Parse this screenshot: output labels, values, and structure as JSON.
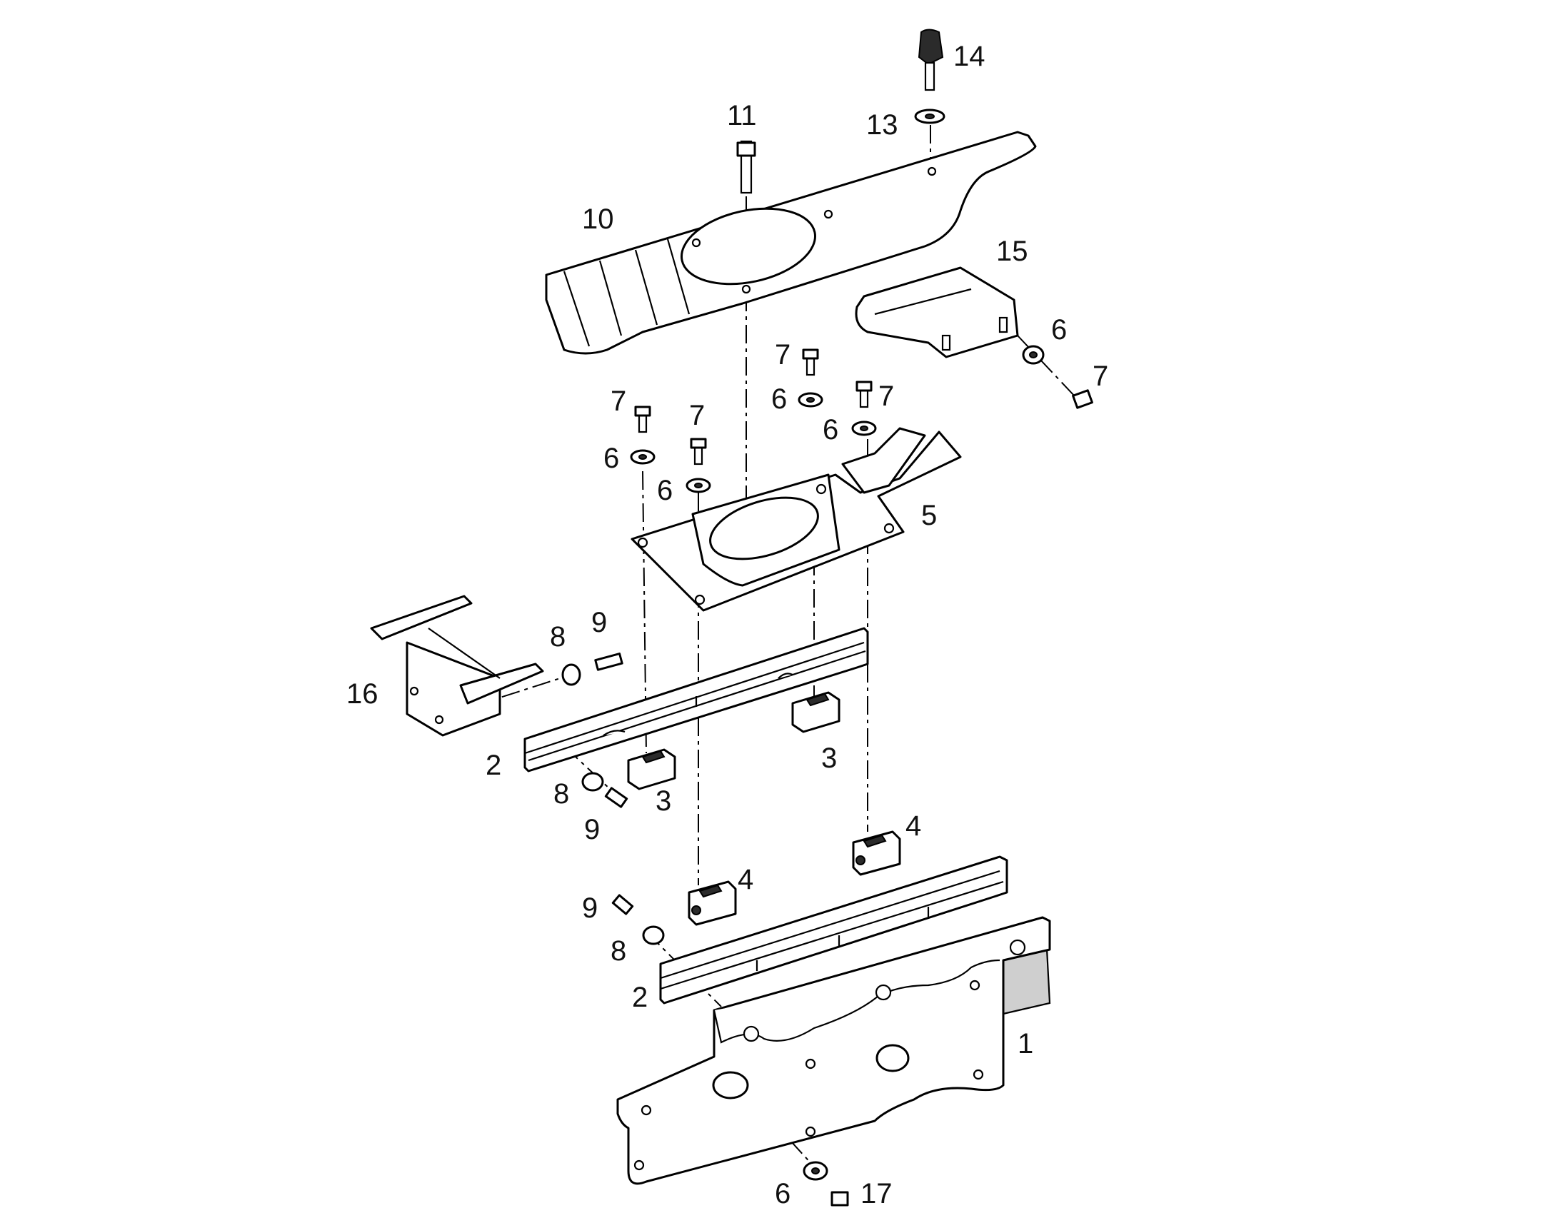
{
  "callouts": {
    "c14": "14",
    "c13": "13",
    "c11": "11",
    "c10": "10",
    "c15": "15",
    "c6_plate15": "6",
    "c7_plate15": "7",
    "c7_a": "7",
    "c6_a": "6",
    "c7_b": "7",
    "c6_b": "6",
    "c7_c": "7",
    "c6_c": "6",
    "c7_d": "7",
    "c6_d": "6",
    "c5": "5",
    "c8_top": "8",
    "c9_top": "9",
    "c16": "16",
    "c2_upper": "2",
    "c3_right": "3",
    "c8_mid": "8",
    "c3_left": "3",
    "c9_mid": "9",
    "c4_right": "4",
    "c4_left": "4",
    "c9_low": "9",
    "c8_low": "8",
    "c2_lower": "2",
    "c1": "1",
    "c6_bottom": "6",
    "c17": "17"
  }
}
